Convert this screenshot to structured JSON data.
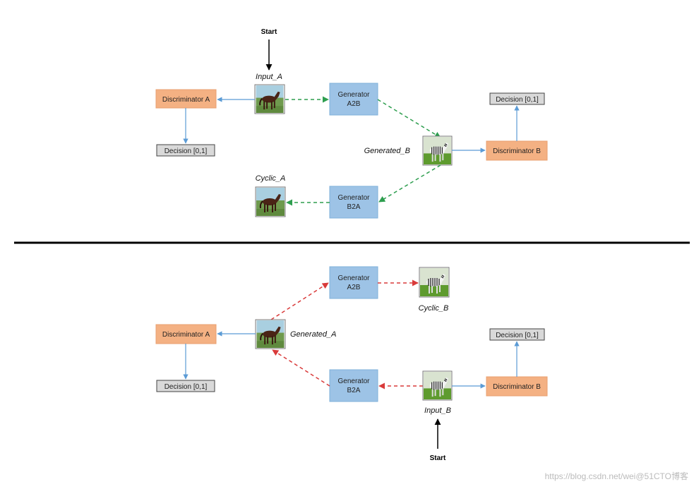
{
  "labels": {
    "start": "Start",
    "input_a": "Input_A",
    "generated_b": "Generated_B",
    "cyclic_a": "Cyclic_A",
    "generated_a": "Generated_A",
    "cyclic_b": "Cyclic_B",
    "input_b": "Input_B"
  },
  "boxes": {
    "discriminator_a": "Discriminator A",
    "discriminator_b": "Discriminator B",
    "decision": "Decision [0,1]",
    "generator": "Generator",
    "a2b": "A2B",
    "b2a": "B2A"
  },
  "watermark": "https://blog.csdn.net/wei@51CTO博客",
  "colors": {
    "discriminator_fill": "#f4b183",
    "generator_fill": "#9dc3e6",
    "decision_fill": "#d9d9d9",
    "green_arrow": "#2e9e4f",
    "red_arrow": "#d93a3a",
    "blue_arrow": "#5b9bd5"
  },
  "icons": {
    "horse": "horse-image-icon",
    "zebra": "zebra-image-icon"
  }
}
